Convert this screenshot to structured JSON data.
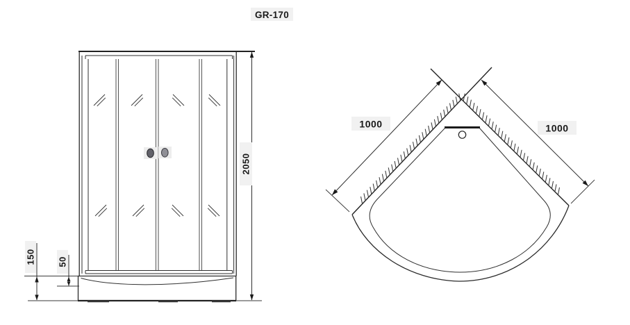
{
  "title": "GR-170",
  "front_view": {
    "dimensions": {
      "height": "2050",
      "base_height": "150",
      "tray_rim": "50"
    }
  },
  "top_view": {
    "dimensions": {
      "left_side": "1000",
      "right_side": "1000"
    }
  },
  "colors": {
    "line": "#2e2e2e",
    "text": "#1a1a1a",
    "label_bg": "#f1f1f1",
    "background": "#ffffff"
  }
}
